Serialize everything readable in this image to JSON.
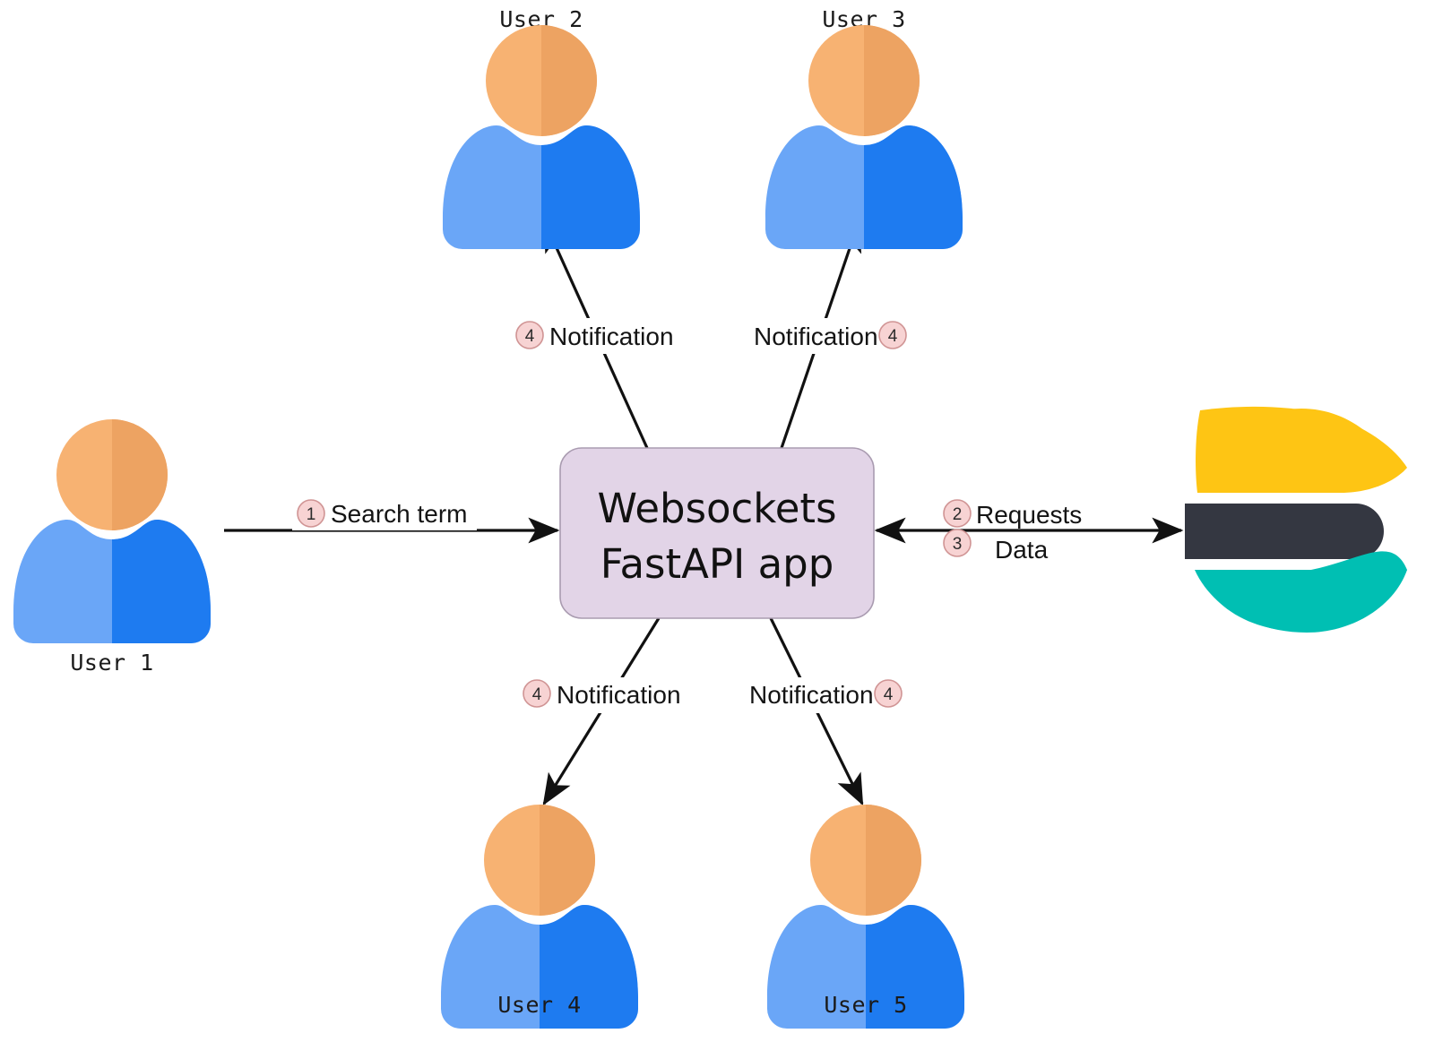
{
  "diagram": {
    "title_node": {
      "line1": "Websockets",
      "line2": "FastAPI app",
      "fill_color": "#e2d4e7",
      "border_color": "#a99bb0"
    },
    "users": [
      {
        "id": "user-1",
        "label": "User 1",
        "position": "left"
      },
      {
        "id": "user-2",
        "label": "User 2",
        "position": "top-left"
      },
      {
        "id": "user-3",
        "label": "User 3",
        "position": "top-right"
      },
      {
        "id": "user-4",
        "label": "User 4",
        "position": "bottom-left"
      },
      {
        "id": "user-5",
        "label": "User 5",
        "position": "bottom-right"
      }
    ],
    "edges": [
      {
        "id": "edge-search-term",
        "step": "1",
        "label": "Search term",
        "from": "user-1",
        "to": "websockets-app",
        "direction": "forward",
        "badge_side": "left"
      },
      {
        "id": "edge-requests",
        "step": "2",
        "label": "Requests",
        "from": "websockets-app",
        "to": "elasticsearch",
        "direction": "forward",
        "badge_side": "left"
      },
      {
        "id": "edge-data",
        "step": "3",
        "label": "Data",
        "from": "elasticsearch",
        "to": "websockets-app",
        "direction": "backward",
        "badge_side": "left"
      },
      {
        "id": "edge-notification-user2",
        "step": "4",
        "label": "Notification",
        "from": "websockets-app",
        "to": "user-2",
        "direction": "forward",
        "badge_side": "left"
      },
      {
        "id": "edge-notification-user3",
        "step": "4",
        "label": "Notification",
        "from": "websockets-app",
        "to": "user-3",
        "direction": "forward",
        "badge_side": "right"
      },
      {
        "id": "edge-notification-user4",
        "step": "4",
        "label": "Notification",
        "from": "websockets-app",
        "to": "user-4",
        "direction": "forward",
        "badge_side": "left"
      },
      {
        "id": "edge-notification-user5",
        "step": "4",
        "label": "Notification",
        "from": "websockets-app",
        "to": "user-5",
        "direction": "forward",
        "badge_side": "right"
      }
    ],
    "elasticsearch_logo": {
      "name": "elasticsearch-logo",
      "top_color": "#fec514",
      "middle_color": "#343741",
      "bottom_color": "#00bfb3"
    },
    "user_icon_colors": {
      "head_light": "#f7b272",
      "head_dark": "#eda362",
      "body_light": "#6aa6f7",
      "body_dark": "#1e7bf0"
    },
    "badge_colors": {
      "fill": "#f7d3d3",
      "stroke": "#d09494",
      "text": "#2b2b2b"
    }
  }
}
